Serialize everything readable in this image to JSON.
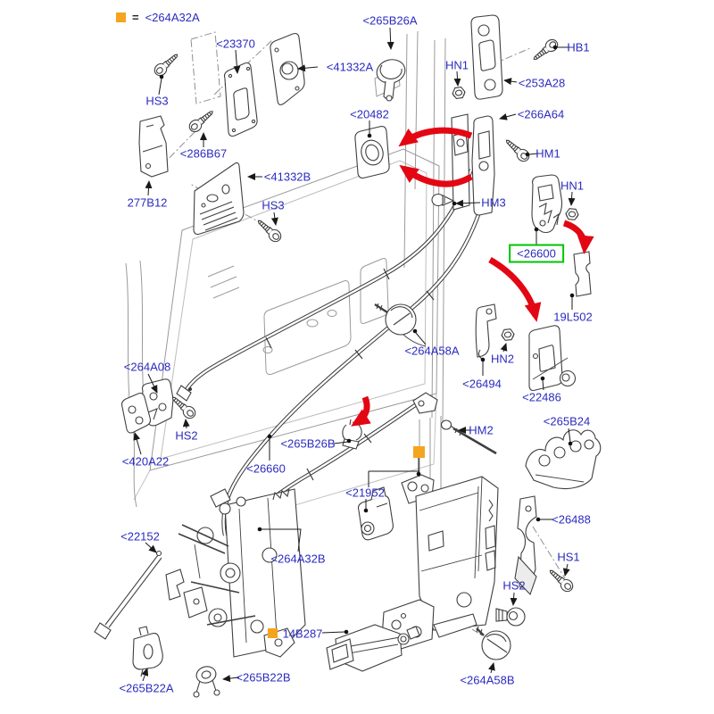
{
  "diagram": {
    "type": "exploded-parts-diagram",
    "legend": {
      "equals_sign": "=",
      "kit_part": "<264A32A"
    },
    "highlighted_part": "<26600",
    "colors": {
      "label_text": "#2b2bc0",
      "highlight_box": "#00c400",
      "legend_marker": "#f5a41f",
      "arrow": "#e30613",
      "line_art": "#3f3f3f",
      "panel_lines": "#9a9a9a"
    },
    "labels": [
      {
        "id": "legend-kit-part",
        "text": "<264A32A"
      },
      {
        "id": "part-23370",
        "text": "<23370"
      },
      {
        "id": "part-41332A",
        "text": "<41332A"
      },
      {
        "id": "part-265B26A",
        "text": "<265B26A"
      },
      {
        "id": "fastener-HN1-a",
        "text": "HN1"
      },
      {
        "id": "fastener-HB1",
        "text": "HB1"
      },
      {
        "id": "part-253A28",
        "text": "<253A28"
      },
      {
        "id": "fastener-HS3-a",
        "text": "HS3"
      },
      {
        "id": "part-20482",
        "text": "<20482"
      },
      {
        "id": "part-286B67",
        "text": "<286B67"
      },
      {
        "id": "part-266A64",
        "text": "<266A64"
      },
      {
        "id": "fastener-HM1",
        "text": "HM1"
      },
      {
        "id": "part-277B12",
        "text": "277B12"
      },
      {
        "id": "part-41332B",
        "text": "<41332B"
      },
      {
        "id": "fastener-HS3-b",
        "text": "HS3"
      },
      {
        "id": "fastener-HM3",
        "text": "HM3"
      },
      {
        "id": "fastener-HN1-b",
        "text": "HN1"
      },
      {
        "id": "part-26600",
        "text": "<26600",
        "highlighted": true
      },
      {
        "id": "part-19L502",
        "text": "19L502"
      },
      {
        "id": "part-264A58A",
        "text": "<264A58A"
      },
      {
        "id": "fastener-HN2",
        "text": "HN2"
      },
      {
        "id": "part-26494",
        "text": "<26494"
      },
      {
        "id": "part-22486",
        "text": "<22486"
      },
      {
        "id": "part-264A08",
        "text": "<264A08"
      },
      {
        "id": "fastener-HS2-a",
        "text": "HS2"
      },
      {
        "id": "part-420A22",
        "text": "<420A22"
      },
      {
        "id": "part-265B26B",
        "text": "<265B26B"
      },
      {
        "id": "part-26660",
        "text": "<26660"
      },
      {
        "id": "fastener-HM2",
        "text": "HM2"
      },
      {
        "id": "part-21952",
        "text": "<21952",
        "kit_marker": true
      },
      {
        "id": "part-265B24",
        "text": "<265B24"
      },
      {
        "id": "part-26488",
        "text": "<26488"
      },
      {
        "id": "fastener-HS1",
        "text": "HS1"
      },
      {
        "id": "fastener-HS2-b",
        "text": "HS2"
      },
      {
        "id": "part-22152",
        "text": "<22152"
      },
      {
        "id": "part-264A32B",
        "text": "<264A32B"
      },
      {
        "id": "part-14B287",
        "text": "14B287",
        "kit_marker": true
      },
      {
        "id": "part-265B22A",
        "text": "<265B22A"
      },
      {
        "id": "part-265B22B",
        "text": "<265B22B"
      },
      {
        "id": "part-264A58B",
        "text": "<264A58B"
      }
    ]
  }
}
